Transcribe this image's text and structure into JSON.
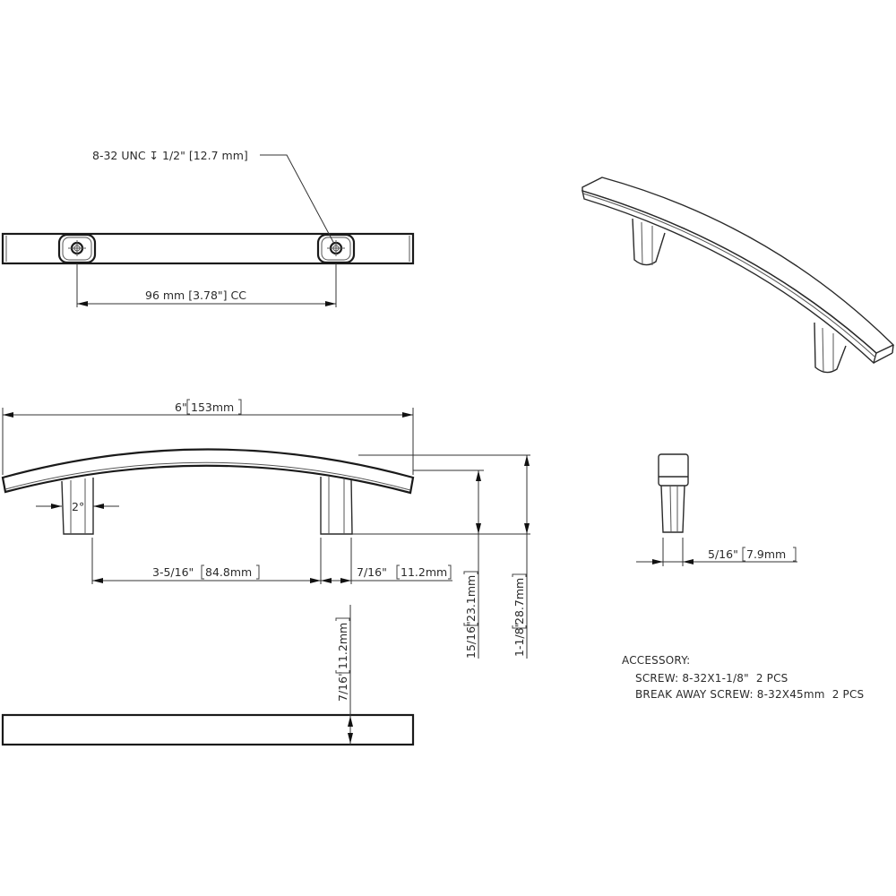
{
  "drawing": {
    "type": "Technical drawing - curved cabinet bar pull",
    "top_view": {
      "thread_callout": "8-32 UNC ↧ 1/2\" [12.7 mm]",
      "center_to_center": "96 mm [3.78\"] CC"
    },
    "front_view": {
      "overall_length_in": "6\"",
      "overall_length_mm": "153mm",
      "post_taper_angle": "2°",
      "inner_span_in": "3-5/16\"",
      "inner_span_mm": "84.8mm",
      "post_width_in": "7/16\"",
      "post_width_mm": "11.2mm",
      "post_height_in": "15/16\"",
      "post_height_mm": "23.1mm",
      "overall_height_in": "1-1/8\"",
      "overall_height_mm": "28.7mm"
    },
    "bottom_view": {
      "bar_thickness_in": "7/16\"",
      "bar_thickness_mm": "11.2mm"
    },
    "side_view": {
      "post_base_width_in": "5/16\"",
      "post_base_width_mm": "7.9mm"
    },
    "isometric_view": {
      "label": "isometric-pull-render"
    },
    "accessory": {
      "title": "ACCESSORY:",
      "items": [
        "SCREW: 8-32X1-1/8\"  2 PCS",
        "BREAK AWAY SCREW: 8-32X45mm  2 PCS"
      ]
    }
  }
}
